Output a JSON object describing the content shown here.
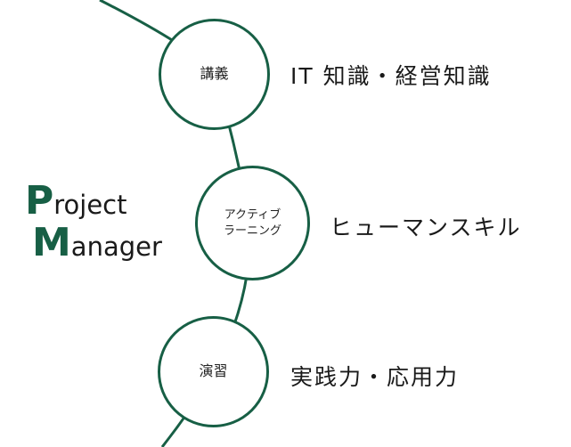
{
  "colors": {
    "accent": "#175f45",
    "text": "#1a1a1a"
  },
  "brand": {
    "line1": {
      "initial": "P",
      "rest": "roject"
    },
    "line2": {
      "initial": "M",
      "rest": "anager"
    }
  },
  "steps": [
    {
      "label_lines": [
        "講義"
      ],
      "outcome": "IT 知識・経営知識"
    },
    {
      "label_lines": [
        "アクティブ",
        "ラーニング"
      ],
      "outcome": "ヒューマンスキル"
    },
    {
      "label_lines": [
        "演習"
      ],
      "outcome": "実践力・応用力"
    }
  ]
}
